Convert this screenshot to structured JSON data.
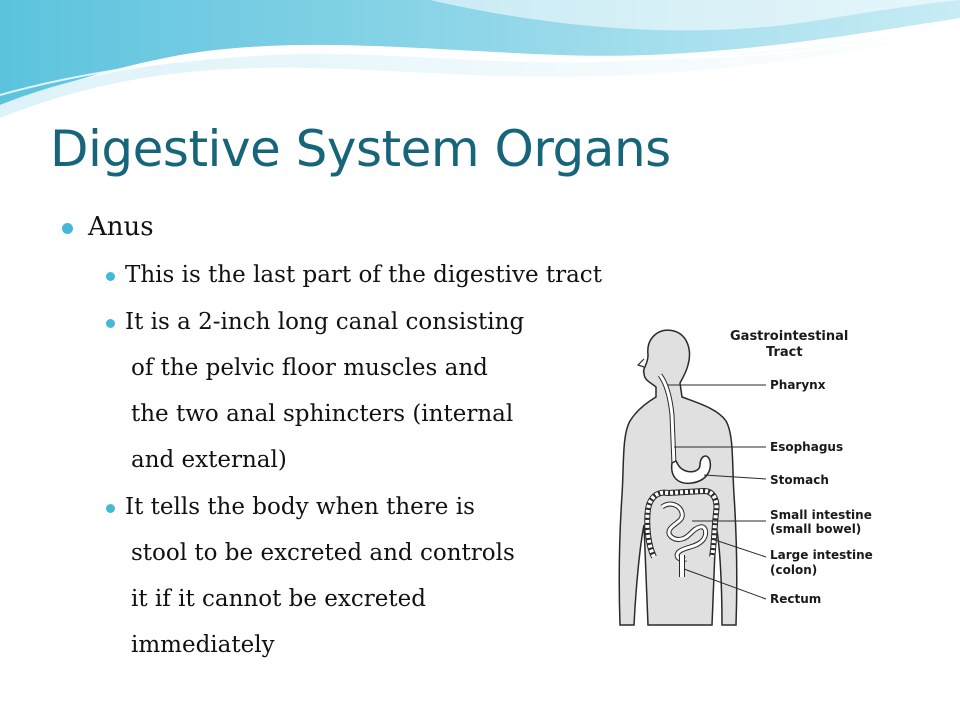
{
  "slide": {
    "title": "Digestive System Organs",
    "bullet_1": {
      "text": "Anus",
      "sub_bullets": [
        {
          "lines": [
            "This is the last part of the digestive tract"
          ]
        },
        {
          "lines": [
            "It is a 2-inch long canal consisting",
            "of the pelvic floor muscles and",
            "the two anal sphincters (internal",
            "and external)"
          ]
        },
        {
          "lines": [
            "It tells the body when there is",
            "stool to be excreted and controls",
            "it if it cannot be excreted",
            "immediately"
          ]
        }
      ]
    },
    "accent_color": "#43b9d6",
    "title_color": "#17657a"
  },
  "figure": {
    "title_line1": "Gastrointestinal",
    "title_line2": "Tract",
    "labels": {
      "pharynx": "Pharynx",
      "esophagus": "Esophagus",
      "stomach": "Stomach",
      "small_intestine_1": "Small intestine",
      "small_intestine_2": "(small bowel)",
      "large_intestine_1": "Large intestine",
      "large_intestine_2": "(colon)",
      "rectum": "Rectum"
    }
  }
}
